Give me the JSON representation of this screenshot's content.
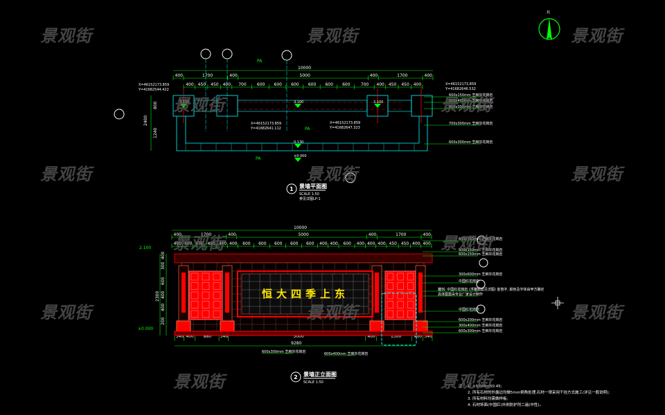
{
  "watermark": "景观街",
  "north_label": "北",
  "plan": {
    "title": "景墙平面图",
    "number": "1",
    "scale": "SCALE 1:50",
    "ref": "参见详图LP-1",
    "total": "10000",
    "row1": [
      "400",
      "1700",
      "400",
      "5000",
      "400",
      "1700",
      "400"
    ],
    "row2": [
      "400",
      "450",
      "450",
      "400",
      "700",
      "600",
      "600",
      "600",
      "600",
      "600",
      "600",
      "700",
      "400",
      "450",
      "450",
      "400"
    ],
    "elevations": [
      "3.100",
      "3.100",
      "3.100",
      "0.130",
      "±0.000"
    ],
    "side_dim": [
      "800",
      "2400",
      "1240"
    ],
    "coords_left": [
      "X=46152173.859",
      "Y=41682544.422"
    ],
    "coords_mid1": [
      "X=46152173.859",
      "Y=41682641.112"
    ],
    "coords_mid2": [
      "X=46152173.859",
      "Y=41682647.323"
    ],
    "coords_right": [
      "X=46152173.859",
      "Y=41682646.532"
    ],
    "materials": [
      "600x150mm 芝麻灰花岗岩",
      "600x400mm 芝麻灰花岗岩",
      "600x300mm 芝麻灰花岗岩",
      "700x300mm 芝麻灰花岗岩",
      "600x300mm 芝麻灰花岗岩"
    ],
    "pa": "PA"
  },
  "elevation": {
    "title": "景墙正立面图",
    "number": "2",
    "scale": "SCALE 1:50",
    "sign_text": "恒大四季上东",
    "total": "10000",
    "row1": [
      "400",
      "1700",
      "400",
      "5000",
      "400",
      "1700",
      "400"
    ],
    "row2": [
      "400",
      "400",
      "450",
      "450",
      "400",
      "400",
      "600",
      "600",
      "600",
      "600",
      "600",
      "400",
      "400",
      "600",
      "400",
      "400",
      "400",
      "450",
      "450",
      "400",
      "400"
    ],
    "bottom": [
      "340",
      "400",
      "880",
      "340",
      "5000",
      "400",
      "1300",
      "400",
      "340"
    ],
    "bottom_total": "9280",
    "left_dims": [
      "400",
      "300",
      "600",
      "400",
      "400",
      "200"
    ],
    "left_total": "2300",
    "elev_left": [
      "2.100",
      "±0.000"
    ],
    "materials": [
      "600x100mm 芝麻灰花岗岩",
      "600x150mm 芝麻灰花岗岩",
      "600x150mm 芝麻灰花岗岩",
      "300x600mm 芝麻灰花岗岩",
      "中国红花岗岩",
      "雕刻: 中国红花岗岩 (浮雕图案见详图) 金箔字, 颜色及字体由甲方确定",
      "具体图案由专业厂家设计制作",
      "中国红花岗岩",
      "600x200mm 芝麻灰花岗岩",
      "300x400mm 芝麻灰花岗岩",
      "600x300mm 芝麻灰花岗岩"
    ],
    "bottom_materials": [
      "600x300mm 芝麻灰花岗岩",
      "600x400mm 芝麻灰花岗岩"
    ]
  },
  "notes": {
    "head": "注:",
    "items": [
      "1. ±0.000=50.45;",
      "2. 所有石材的外露边均做5mm倒角处理,石材一律采用干挂方式施工(详见一般说明);",
      "3. 所有材料均需做样板;",
      "4. 石材饰面(中国红)外刷防护剂二遍(中性)。"
    ]
  },
  "colors": {
    "dim": "#00ff00",
    "wall": "#00ffff",
    "red": "#ff0000",
    "text": "#ffffff",
    "sign": "#ffe600"
  }
}
